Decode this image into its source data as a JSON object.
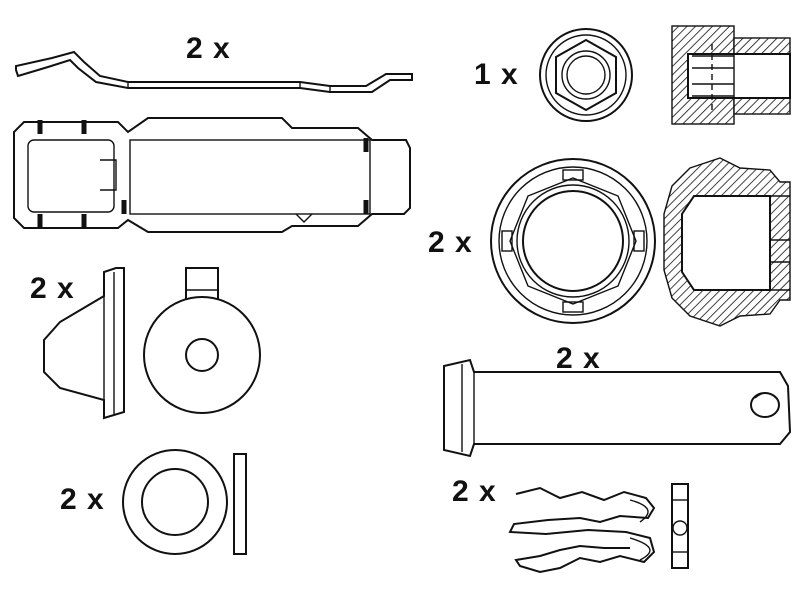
{
  "parts": [
    {
      "id": "spring-clip",
      "quantity": "2 x"
    },
    {
      "id": "hex-nut",
      "quantity": "1 x"
    },
    {
      "id": "protective-cap",
      "quantity": "2 x"
    },
    {
      "id": "wedge-bushing",
      "quantity": "2 x"
    },
    {
      "id": "guide-pin",
      "quantity": "2 x"
    },
    {
      "id": "washer",
      "quantity": "2 x"
    },
    {
      "id": "cotter-pin",
      "quantity": "2 x"
    }
  ]
}
